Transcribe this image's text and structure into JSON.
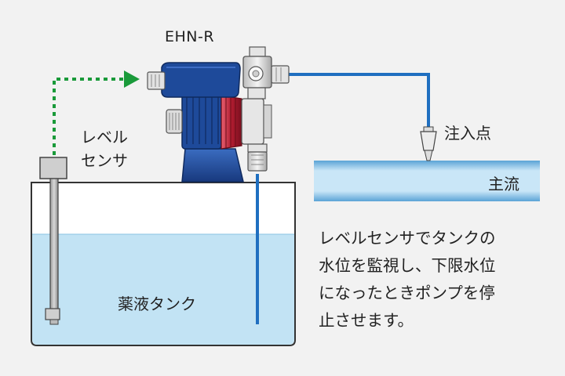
{
  "labels": {
    "pump_model": "EHN-R",
    "level_sensor": [
      "レベル",
      "センサ"
    ],
    "injection_point": "注入点",
    "main_flow": "主流",
    "chemical_tank": "薬液タンク"
  },
  "description": [
    "レベルセンサでタンクの",
    "水位を監視し、下限水位",
    "になったときポンプを停",
    "止させます。"
  ],
  "colors": {
    "background": "#f2f2f2",
    "liquid": "#c2e3f4",
    "pump_blue": "#1e4a9a",
    "pump_red": "#c0283a",
    "pipe_blue": "#1f6fc0",
    "signal_green": "#1a9a3a"
  }
}
